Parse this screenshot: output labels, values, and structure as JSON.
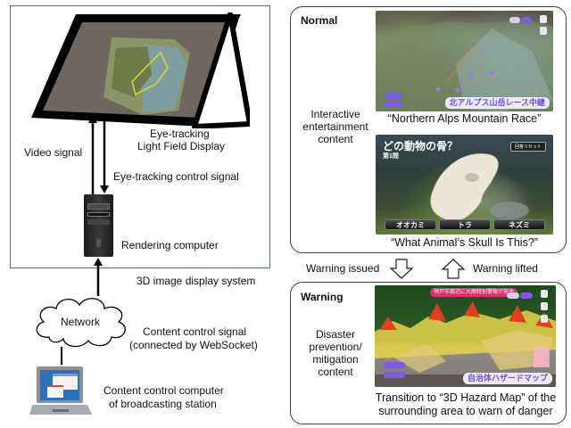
{
  "left_system": {
    "display_label_line1": "Eye-tracking",
    "display_label_line2": "Light Field Display",
    "video_signal": "Video signal",
    "eye_tracking_control_signal": "Eye-tracking control signal",
    "rendering_computer": "Rendering computer",
    "system_label": "3D image display system",
    "network": "Network",
    "content_control_line1": "Content control signal",
    "content_control_line2": "(connected by WebSocket)",
    "broadcast_line1": "Content control computer",
    "broadcast_line2": "of broadcasting station"
  },
  "normal_panel": {
    "title": "Normal",
    "description_line1": "Interactive",
    "description_line2": "entertainment",
    "description_line3": "content",
    "mountain": {
      "caption": "“Northern Alps Mountain Race”",
      "overlay_label": "北アルプス山岳レース中継"
    },
    "skull": {
      "caption": "“What Animal’s Skull Is This?”",
      "question": "どの動物の骨？",
      "round": "第1問",
      "reset_button": "回答リセット",
      "answers": [
        "オオカミ",
        "トラ",
        "ネズミ"
      ]
    }
  },
  "transitions": {
    "warning_issued": "Warning issued",
    "warning_lifted": "Warning lifted"
  },
  "warning_panel": {
    "title": "Warning",
    "description_line1": "Disaster",
    "description_line2": "prevention/",
    "description_line3": "mitigation",
    "description_line4": "content",
    "hazard": {
      "alert_banner": "神戸市周辺に大雨特別警報が発令",
      "overlay_label": "自治体ハザードマップ",
      "caption_line1": "Transition to “3D Hazard Map” of the",
      "caption_line2": "surrounding area to warn of danger"
    }
  },
  "colors": {
    "panel_border": "#3a4448",
    "system_border": "#5f6b70",
    "overlay_purple": "#6b4fd8",
    "alert_red": "#e0316f",
    "hazard_red": "#e0401f",
    "hazard_yellow": "#e8d44a"
  }
}
